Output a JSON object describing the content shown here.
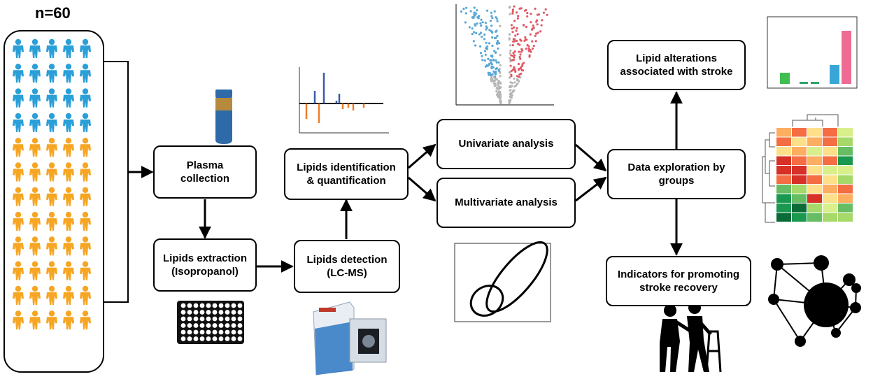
{
  "cohort": {
    "label": "n=60",
    "count": 60,
    "group_a": {
      "count": 20,
      "color": "#2a9fd8"
    },
    "group_b": {
      "count": 40,
      "color": "#f6a623"
    }
  },
  "nodes": {
    "plasma": "Plasma\ncollection",
    "extraction": "Lipids extraction\n(Isopropanol)",
    "detection": "Lipids detection\n(LC-MS)",
    "identification": "Lipids identification\n& quantification",
    "univariate": "Univariate analysis",
    "multivariate": "Multivariate analysis",
    "exploration": "Data exploration by\ngroups",
    "alterations": "Lipid alterations\nassociated with stroke",
    "indicators": "Indicators for promoting\nstroke recovery"
  },
  "colors": {
    "volcano_up": "#e05a66",
    "volcano_down": "#5aa7d6",
    "volcano_ns": "#b5b5b5",
    "spectrum_pos": "#3b5ba8",
    "spectrum_neg": "#f07c28",
    "tube_cap": "#b58a3c",
    "tube_body": "#2f6aa8",
    "bar_colors": [
      "#3fbf4f",
      "#2aa36b",
      "#3aa6d8",
      "#ef6b93"
    ]
  },
  "icons": [
    "person-icon",
    "sample-tube-icon",
    "well-plate-icon",
    "lcms-instrument-icon",
    "mass-spectrum-icon",
    "volcano-plot-icon",
    "pca-ellipse-icon",
    "bar-chart-icon",
    "heatmap-icon",
    "network-icon",
    "rehabilitation-icon"
  ]
}
